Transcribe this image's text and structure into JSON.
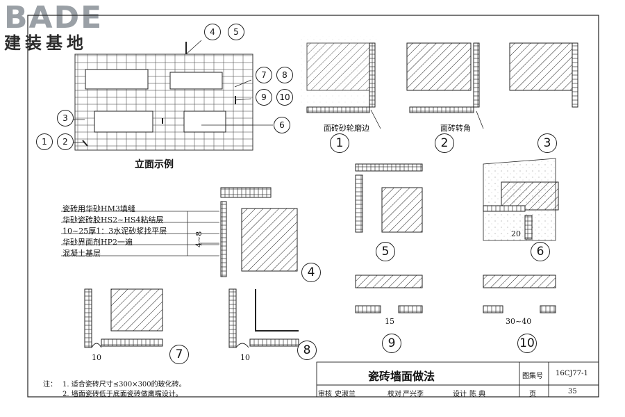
{
  "logo": {
    "brand": "BADE",
    "tagline": "建装基地"
  },
  "elevation": {
    "caption": "立面示例",
    "refs": [
      {
        "num": "4",
        "sub": "—"
      },
      {
        "num": "5",
        "sub": "—"
      },
      {
        "num": "7",
        "sub": "—"
      },
      {
        "num": "8",
        "sub": "—"
      },
      {
        "num": "9",
        "sub": "—"
      },
      {
        "num": "10",
        "sub": "—"
      },
      {
        "num": "3",
        "sub": "—"
      },
      {
        "num": "1",
        "sub": "—"
      },
      {
        "num": "2",
        "sub": "—"
      },
      {
        "num": "6",
        "sub": "—"
      }
    ]
  },
  "details": {
    "d1": {
      "num": "1",
      "note": "面砖砂轮磨边"
    },
    "d2": {
      "num": "2",
      "note": "面砖转角"
    },
    "d3": {
      "num": "3"
    },
    "d4": {
      "num": "4",
      "dim": "4~8"
    },
    "d5": {
      "num": "5"
    },
    "d6": {
      "num": "6",
      "dim": "20"
    },
    "d7": {
      "num": "7",
      "dim": "10"
    },
    "d8": {
      "num": "8",
      "dim": "10"
    },
    "d9": {
      "num": "9",
      "dim": "15"
    },
    "d10": {
      "num": "10",
      "dim": "30~40"
    }
  },
  "layers": [
    "瓷砖用华砂HM3填缝",
    "华砂瓷砖胶HS2~HS4粘结层",
    "10~25厚1：3水泥砂浆找平层",
    "华砂界面剂HP2一遍",
    "混凝土基层"
  ],
  "notes": {
    "prefix": "注：",
    "items": [
      "1. 适合瓷砖尺寸≤300×300的玻化砖。",
      "2. 墙面瓷砖低于底面瓷砖做鹰嘴设计。"
    ]
  },
  "title_block": {
    "title": "瓷砖墙面做法",
    "atlas_label": "图集号",
    "atlas_no": "16CJ77-1",
    "review_label": "审核",
    "reviewer": "史淑兰",
    "check_label": "校对",
    "checker": "严兴李",
    "design_label": "设计",
    "designer": "陈 典",
    "page_label": "页",
    "page_no": "35"
  }
}
